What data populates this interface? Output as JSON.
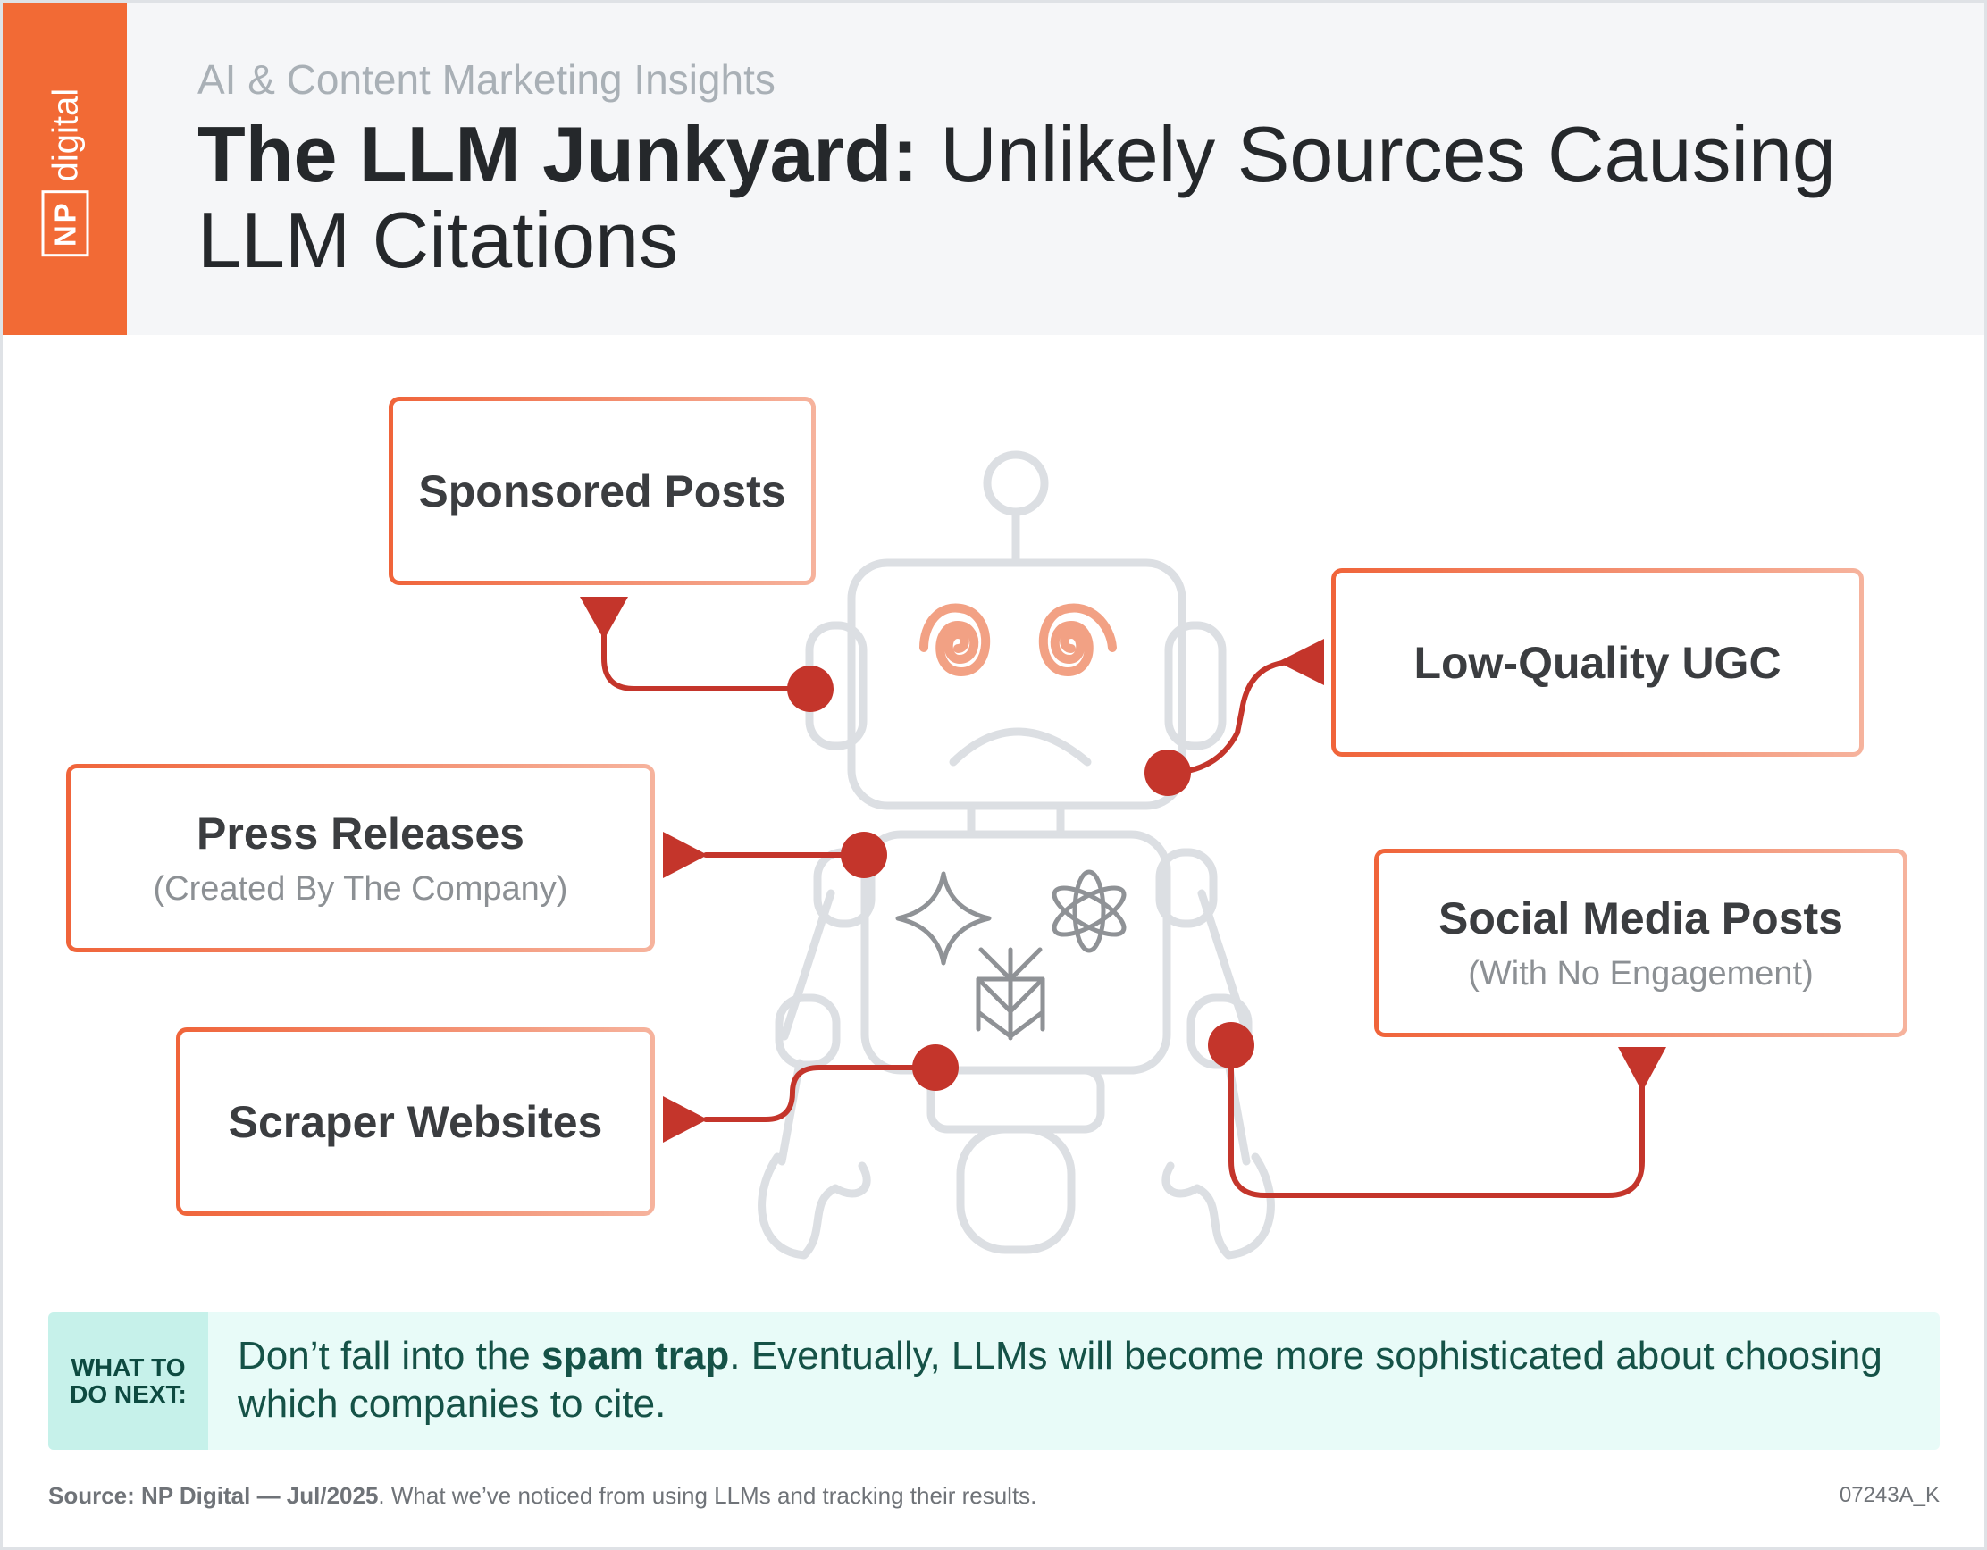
{
  "brand": {
    "np": "NP",
    "digital": "digital"
  },
  "header": {
    "subtitle": "AI & Content Marketing Insights",
    "title_bold": "The LLM Junkyard:",
    "title_rest": " Unlikely Sources Causing LLM Citations"
  },
  "sources": {
    "sponsored": {
      "title": "Sponsored Posts"
    },
    "low_quality_ugc": {
      "title": "Low-Quality UGC"
    },
    "press_releases": {
      "title": "Press Releases",
      "note": "(Created By The Company)"
    },
    "social_media": {
      "title": "Social Media Posts",
      "note": "(With No Engagement)"
    },
    "scraper": {
      "title": "Scraper Websites"
    }
  },
  "robot_icons": [
    "spiral-eye-icon",
    "spiral-eye-icon",
    "gemini-sparkle-icon",
    "openai-knot-icon",
    "perplexity-icon"
  ],
  "colors": {
    "accent": "#f26a35",
    "connector": "#c4352b",
    "robot": "#dcdfe3",
    "eyes": "#f2a184",
    "bar": "#e8fbf8"
  },
  "next_step": {
    "label_line1": "WHAT TO",
    "label_line2": "DO NEXT:",
    "text_pre": "Don’t fall into the ",
    "text_bold": "spam trap",
    "text_post": ". Eventually, LLMs will become more sophisticated about choosing which companies to cite."
  },
  "footer": {
    "source_bold": "Source: NP Digital — Jul/2025",
    "source_rest": ". What we’ve noticed from using LLMs and tracking their results.",
    "code": "07243A_K"
  }
}
